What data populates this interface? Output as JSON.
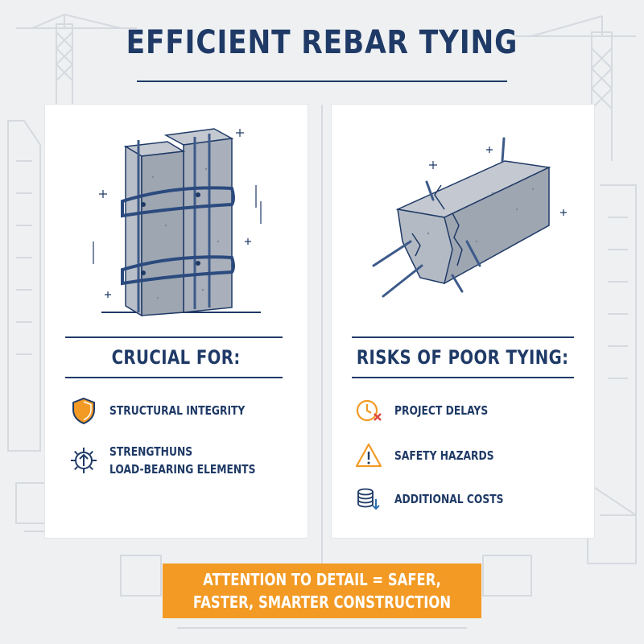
{
  "title": "EFFICIENT REBAR TYING",
  "left_card": {
    "heading": "CRUCIAL FOR:",
    "items": [
      {
        "icon": "shield-icon",
        "lines": [
          "STRUCTURAL INTEGRITY"
        ]
      },
      {
        "icon": "gear-arrow-icon",
        "lines": [
          "STRENGTHUNS",
          "LOAD-BEARING ELEMENTS"
        ]
      }
    ]
  },
  "right_card": {
    "heading": "RISKS OF POOR TYING:",
    "items": [
      {
        "icon": "clock-x-icon",
        "lines": [
          "PROJECT DELAYS"
        ]
      },
      {
        "icon": "warning-icon",
        "lines": [
          "SAFETY HAZARDS"
        ]
      },
      {
        "icon": "coins-icon",
        "lines": [
          "ADDITIONAL COSTS"
        ]
      }
    ]
  },
  "banner": {
    "line1": "ATTENTION TO DETAIL = SAFER,",
    "line2": "FASTER, SMARTER CONSTRUCTION"
  },
  "colors": {
    "navy": "#1f3a66",
    "accent_orange": "#f39a24",
    "alert_red": "#e0463c",
    "background": "#eef0f2",
    "concrete": "#a9b0bb"
  }
}
